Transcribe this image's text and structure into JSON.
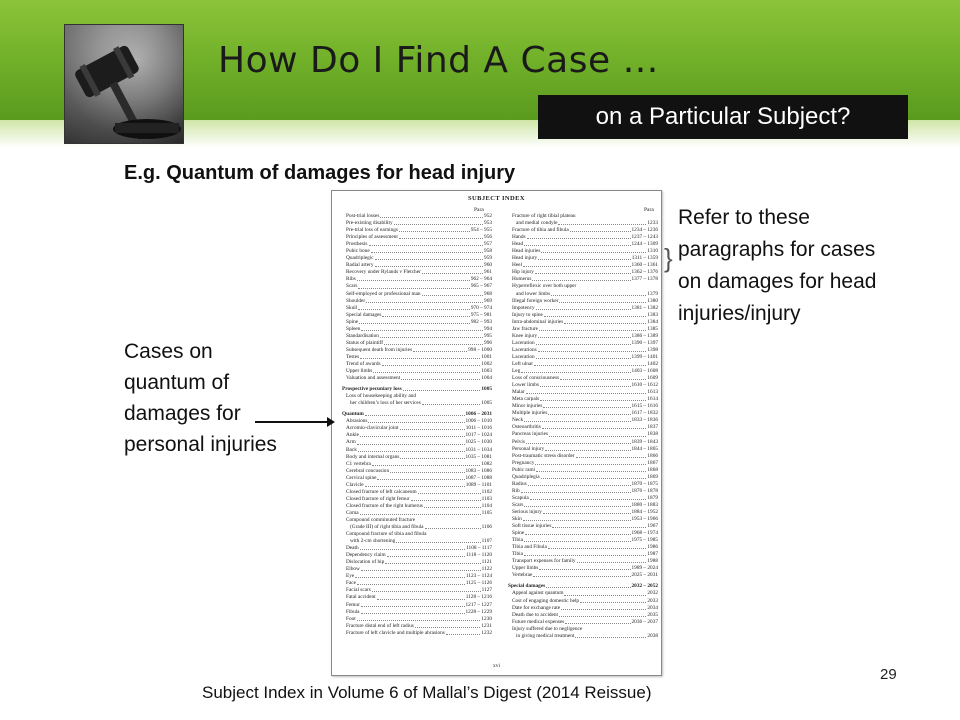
{
  "slide": {
    "title": "How Do I Find A Case …",
    "subtitle": "on a Particular Subject?",
    "example": "E.g. Quantum of damages for head injury",
    "refer_note": "Refer to these paragraphs for cases on damages for head injuries/injury",
    "cases_note": "Cases on quantum of damages for personal injuries",
    "caption": "Subject Index in Volume 6 of Mallal’s Digest (2014 Reissue)",
    "slide_number": "29"
  },
  "index_page": {
    "heading": "SUBJECT INDEX",
    "para_label": "Para",
    "footer": "xvi",
    "left_entries": [
      {
        "label": "Post-trial losses",
        "para": "952",
        "style": "ind"
      },
      {
        "label": "Pre-existing disability",
        "para": "953",
        "style": "ind"
      },
      {
        "label": "Pre-trial loss of earnings",
        "para": "954 – 955",
        "style": "ind"
      },
      {
        "label": "Principles of assessment",
        "para": "956",
        "style": "ind"
      },
      {
        "label": "Prosthesis",
        "para": "957",
        "style": "ind"
      },
      {
        "label": "Pubic bone",
        "para": "958",
        "style": "ind"
      },
      {
        "label": "Quadriplegic",
        "para": "959",
        "style": "ind"
      },
      {
        "label": "Radial artery",
        "para": "960",
        "style": "ind"
      },
      {
        "label": "Recovery under Rylands v Fletcher",
        "para": "961",
        "style": "ind"
      },
      {
        "label": "Ribs",
        "para": "962 – 964",
        "style": "ind"
      },
      {
        "label": "Scars",
        "para": "965 – 967",
        "style": "ind"
      },
      {
        "label": "Self-employed or professional man",
        "para": "968",
        "style": "ind"
      },
      {
        "label": "Shoulder",
        "para": "969",
        "style": "ind"
      },
      {
        "label": "Skull",
        "para": "970 – 974",
        "style": "ind"
      },
      {
        "label": "Special damages",
        "para": "975 – 981",
        "style": "ind"
      },
      {
        "label": "Spine",
        "para": "982 – 993",
        "style": "ind"
      },
      {
        "label": "Spleen",
        "para": "994",
        "style": "ind"
      },
      {
        "label": "Standardisation",
        "para": "995",
        "style": "ind"
      },
      {
        "label": "Status of plaintiff",
        "para": "996",
        "style": "ind"
      },
      {
        "label": "Subsequent death from injuries",
        "para": "998 – 1000",
        "style": "ind"
      },
      {
        "label": "Testes",
        "para": "1001",
        "style": "ind"
      },
      {
        "label": "Trend of awards",
        "para": "1002",
        "style": "ind"
      },
      {
        "label": "Upper limbs",
        "para": "1003",
        "style": "ind"
      },
      {
        "label": "Valuation and assessment",
        "para": "1004",
        "style": "ind"
      },
      {
        "label": "",
        "para": "",
        "style": "blank"
      },
      {
        "label": "Prospective pecuniary loss",
        "para": "1005",
        "style": "head"
      },
      {
        "label": "Loss of housekeeping ability and",
        "para": "",
        "style": "ind"
      },
      {
        "label": "her children’s loss of her services",
        "para": "1005",
        "style": "ind2"
      },
      {
        "label": "",
        "para": "",
        "style": "blank"
      },
      {
        "label": "Quantum",
        "para": "1006 – 2031",
        "style": "head"
      },
      {
        "label": "Abrasions",
        "para": "1006 – 1010",
        "style": "ind"
      },
      {
        "label": "Acromio-clavicular joint",
        "para": "1011 – 1016",
        "style": "ind"
      },
      {
        "label": "Ankle",
        "para": "1017 – 1024",
        "style": "ind"
      },
      {
        "label": "Arm",
        "para": "1025 – 1030",
        "style": "ind"
      },
      {
        "label": "Back",
        "para": "1031 – 1034",
        "style": "ind"
      },
      {
        "label": "Body and internal organs",
        "para": "1035 – 1081",
        "style": "ind"
      },
      {
        "label": "C1 vertebra",
        "para": "1082",
        "style": "ind"
      },
      {
        "label": "Cerebral concussion",
        "para": "1083 – 1086",
        "style": "ind"
      },
      {
        "label": "Cervical spine",
        "para": "1087 – 1088",
        "style": "ind"
      },
      {
        "label": "Clavicle",
        "para": "1089 – 1101",
        "style": "ind"
      },
      {
        "label": "Closed fracture of left calcaneum",
        "para": "1102",
        "style": "ind"
      },
      {
        "label": "Closed fracture of right femur",
        "para": "1103",
        "style": "ind"
      },
      {
        "label": "Closed fracture of the right humerus",
        "para": "1104",
        "style": "ind"
      },
      {
        "label": "Coma",
        "para": "1105",
        "style": "ind"
      },
      {
        "label": "Compound comminuted fracture",
        "para": "",
        "style": "ind"
      },
      {
        "label": "(Grade III) of right tibia and fibula",
        "para": "1106",
        "style": "ind2"
      },
      {
        "label": "Compound fracture of tibia and fibula",
        "para": "",
        "style": "ind"
      },
      {
        "label": "with 2-cm shortening",
        "para": "1107",
        "style": "ind2"
      },
      {
        "label": "Death",
        "para": "1108 – 1117",
        "style": "ind"
      },
      {
        "label": "Dependency claim",
        "para": "1118 – 1120",
        "style": "ind"
      },
      {
        "label": "Dislocation of hip",
        "para": "1121",
        "style": "ind"
      },
      {
        "label": "Elbow",
        "para": "1122",
        "style": "ind"
      },
      {
        "label": "Eye",
        "para": "1123 – 1124",
        "style": "ind"
      },
      {
        "label": "Face",
        "para": "1125 – 1126",
        "style": "ind"
      },
      {
        "label": "Facial scars",
        "para": "1127",
        "style": "ind"
      },
      {
        "label": "Fatal accident",
        "para": "1128 – 1216",
        "style": "ind"
      },
      {
        "label": "Femur",
        "para": "1217 – 1227",
        "style": "ind"
      },
      {
        "label": "Fibula",
        "para": "1228 – 1229",
        "style": "ind"
      },
      {
        "label": "Foot",
        "para": "1230",
        "style": "ind"
      },
      {
        "label": "Fracture distal end of left radius",
        "para": "1231",
        "style": "ind"
      },
      {
        "label": "Fracture of left clavicle and multiple abrasions",
        "para": "1232",
        "style": "ind"
      }
    ],
    "right_entries": [
      {
        "label": "Fracture of right tibial plateau",
        "para": "",
        "style": "ind"
      },
      {
        "label": "and medial condyle",
        "para": "1233",
        "style": "ind2"
      },
      {
        "label": "Fracture of tibia and fibula",
        "para": "1234 – 1236",
        "style": "ind"
      },
      {
        "label": "Hands",
        "para": "1237 – 1243",
        "style": "ind"
      },
      {
        "label": "Head",
        "para": "1244 – 1309",
        "style": "ind"
      },
      {
        "label": "Head injuries",
        "para": "1310",
        "style": "ind"
      },
      {
        "label": "Head injury",
        "para": "1311 – 1359",
        "style": "ind"
      },
      {
        "label": "Heel",
        "para": "1360 – 1361",
        "style": "ind"
      },
      {
        "label": "Hip injury",
        "para": "1362 – 1376",
        "style": "ind"
      },
      {
        "label": "Humerus",
        "para": "1377 – 1378",
        "style": "ind"
      },
      {
        "label": "Hyperreflexic over both upper",
        "para": "",
        "style": "ind"
      },
      {
        "label": "and lower limbs",
        "para": "1379",
        "style": "ind2"
      },
      {
        "label": "Illegal foreign worker",
        "para": "1380",
        "style": "ind"
      },
      {
        "label": "Impotency",
        "para": "1381 – 1382",
        "style": "ind"
      },
      {
        "label": "Injury to spine",
        "para": "1383",
        "style": "ind"
      },
      {
        "label": "Intra-abdominal injuries",
        "para": "1384",
        "style": "ind"
      },
      {
        "label": "Jaw fracture",
        "para": "1385",
        "style": "ind"
      },
      {
        "label": "Knee injury",
        "para": "1386 – 1389",
        "style": "ind"
      },
      {
        "label": "Laceration",
        "para": "1390 – 1397",
        "style": "ind"
      },
      {
        "label": "Lacerations",
        "para": "1398",
        "style": "ind"
      },
      {
        "label": "Laceration",
        "para": "1399 – 1401",
        "style": "ind"
      },
      {
        "label": "Left ulnar",
        "para": "1402",
        "style": "ind"
      },
      {
        "label": "Leg",
        "para": "1403 – 1608",
        "style": "ind"
      },
      {
        "label": "Loss of consciousness",
        "para": "1609",
        "style": "ind"
      },
      {
        "label": "Lower limbs",
        "para": "1610 – 1612",
        "style": "ind"
      },
      {
        "label": "Malar",
        "para": "1613",
        "style": "ind"
      },
      {
        "label": "Meta carpals",
        "para": "1614",
        "style": "ind"
      },
      {
        "label": "Minor injuries",
        "para": "1615 – 1616",
        "style": "ind"
      },
      {
        "label": "Multiple injuries",
        "para": "1617 – 1832",
        "style": "ind"
      },
      {
        "label": "Neck",
        "para": "1833 – 1836",
        "style": "ind"
      },
      {
        "label": "Osteoarthritis",
        "para": "1837",
        "style": "ind"
      },
      {
        "label": "Pancreas injuries",
        "para": "1838",
        "style": "ind"
      },
      {
        "label": "Pelvis",
        "para": "1839 – 1843",
        "style": "ind"
      },
      {
        "label": "Personal injury",
        "para": "1844 – 1865",
        "style": "ind"
      },
      {
        "label": "Post-traumatic stress disorder",
        "para": "1866",
        "style": "ind"
      },
      {
        "label": "Pregnancy",
        "para": "1867",
        "style": "ind"
      },
      {
        "label": "Pubic rami",
        "para": "1868",
        "style": "ind"
      },
      {
        "label": "Quadriplegia",
        "para": "1869",
        "style": "ind"
      },
      {
        "label": "Radius",
        "para": "1870 – 1875",
        "style": "ind"
      },
      {
        "label": "Rib",
        "para": "1876 – 1878",
        "style": "ind"
      },
      {
        "label": "Scapula",
        "para": "1879",
        "style": "ind"
      },
      {
        "label": "Scars",
        "para": "1880 – 1883",
        "style": "ind"
      },
      {
        "label": "Serious injury",
        "para": "1884 – 1952",
        "style": "ind"
      },
      {
        "label": "Skin",
        "para": "1953 – 1966",
        "style": "ind"
      },
      {
        "label": "Soft tissue injuries",
        "para": "1967",
        "style": "ind"
      },
      {
        "label": "Spine",
        "para": "1968 – 1974",
        "style": "ind"
      },
      {
        "label": "Tibia",
        "para": "1975 – 1985",
        "style": "ind"
      },
      {
        "label": "Tibia and Fibula",
        "para": "1986",
        "style": "ind"
      },
      {
        "label": "Tibia",
        "para": "1987",
        "style": "ind"
      },
      {
        "label": "Transport expenses for family",
        "para": "1988",
        "style": "ind"
      },
      {
        "label": "Upper limbs",
        "para": "1989 – 2024",
        "style": "ind"
      },
      {
        "label": "Vertebrae",
        "para": "2025 – 2031",
        "style": "ind"
      },
      {
        "label": "",
        "para": "",
        "style": "blank"
      },
      {
        "label": "Special damages",
        "para": "2032 – 2052",
        "style": "head"
      },
      {
        "label": "Appeal against quantum",
        "para": "2032",
        "style": "ind"
      },
      {
        "label": "Cost of engaging domestic help",
        "para": "2033",
        "style": "ind"
      },
      {
        "label": "Date for exchange rate",
        "para": "2034",
        "style": "ind"
      },
      {
        "label": "Death due to accident",
        "para": "2035",
        "style": "ind"
      },
      {
        "label": "Future medical expenses",
        "para": "2036 – 2037",
        "style": "ind"
      },
      {
        "label": "Injury suffered due to negligence",
        "para": "",
        "style": "ind"
      },
      {
        "label": "in giving medical treatment",
        "para": "2038",
        "style": "ind2"
      }
    ]
  }
}
